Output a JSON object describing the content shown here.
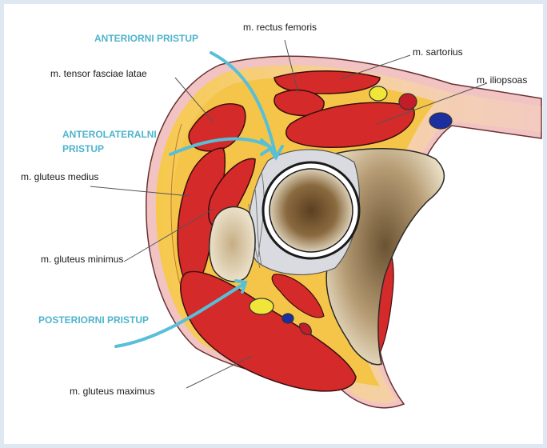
{
  "colors": {
    "background": "#dfe7f3",
    "panel": "#ffffff",
    "approach_text": "#4fb4cd",
    "muscle": "#d42a2a",
    "fat": "#f6c94a",
    "skin": "#f1c3c3",
    "bone": "#e6dcc4",
    "vein": "#1c2fa0",
    "nerve": "#f0e63a"
  },
  "approaches": {
    "anterior": "ANTERIORNI PRISTUP",
    "anterolateral_line1": "ANTEROLATERALNI",
    "anterolateral_line2": "PRISTUP",
    "posterior": "POSTERIORNI PRISTUP"
  },
  "labels": {
    "rectus_femoris": "m. rectus femoris",
    "sartorius": "m. sartorius",
    "tensor_fasciae_latae": "m. tensor fasciae latae",
    "iliopsoas": "m. iliopsoas",
    "gluteus_medius": "m. gluteus medius",
    "gluteus_minimus": "m. gluteus minimus",
    "gluteus_maximus": "m. gluteus maximus"
  },
  "icons": {
    "anterior_arrow": "arrow-down-icon",
    "anterolateral_arrow": "arrow-right-icon",
    "posterior_arrow": "arrow-up-right-icon"
  }
}
